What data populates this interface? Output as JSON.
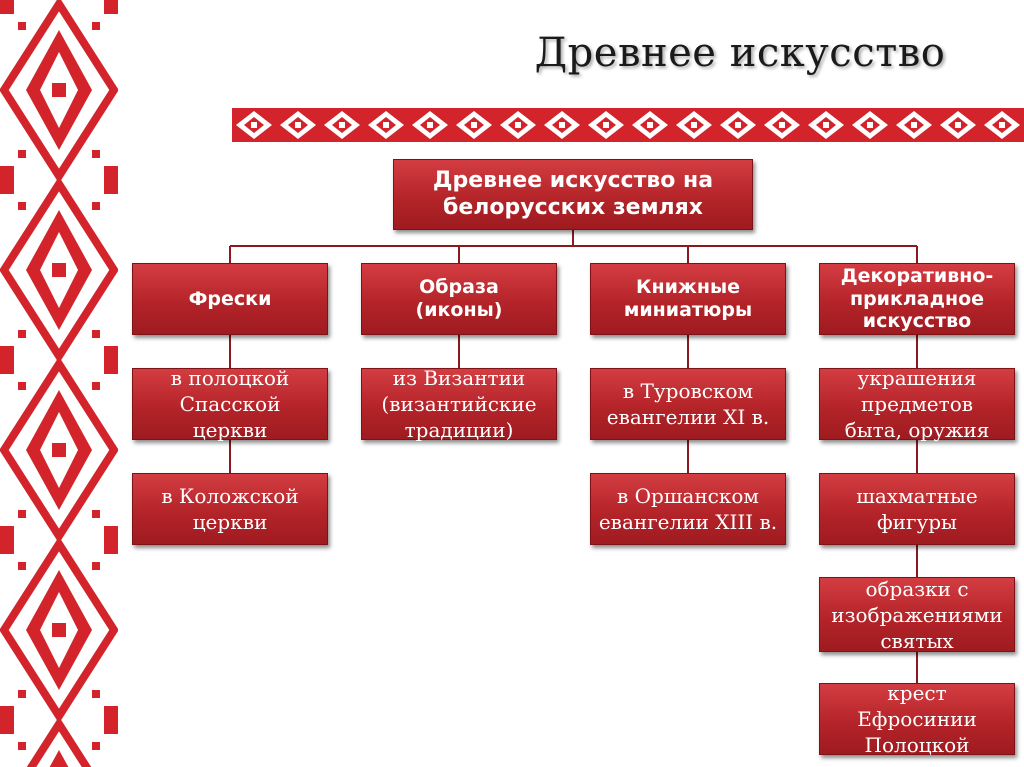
{
  "title": "Древнее искусство",
  "colors": {
    "box_fill": "#b42429",
    "connector": "#8a1a1e",
    "ornament": "#d3242b"
  },
  "root": "Древнее искусство на\nбелорусских землях",
  "columns": [
    {
      "heading": "Фрески",
      "items": [
        "в полоцкой\nСпасской\nцеркви",
        "в Коложской\nцеркви"
      ]
    },
    {
      "heading": "Образа\n(иконы)",
      "items": [
        "из Византии\n(византийские\nтрадиции)"
      ]
    },
    {
      "heading": "Книжные\nминиатюры",
      "items": [
        "в Туровском\nевангелии XI в.",
        "в Оршанском\nевангелии XIII в."
      ]
    },
    {
      "heading": "Декоративно-\nприкладное\nискусство",
      "items": [
        "украшения\nпредметов\nбыта, оружия",
        "шахматные\nфигуры",
        "образки с\nизображениями\nсвятых",
        "крест\nЕфросинии\nПолоцкой"
      ]
    }
  ]
}
